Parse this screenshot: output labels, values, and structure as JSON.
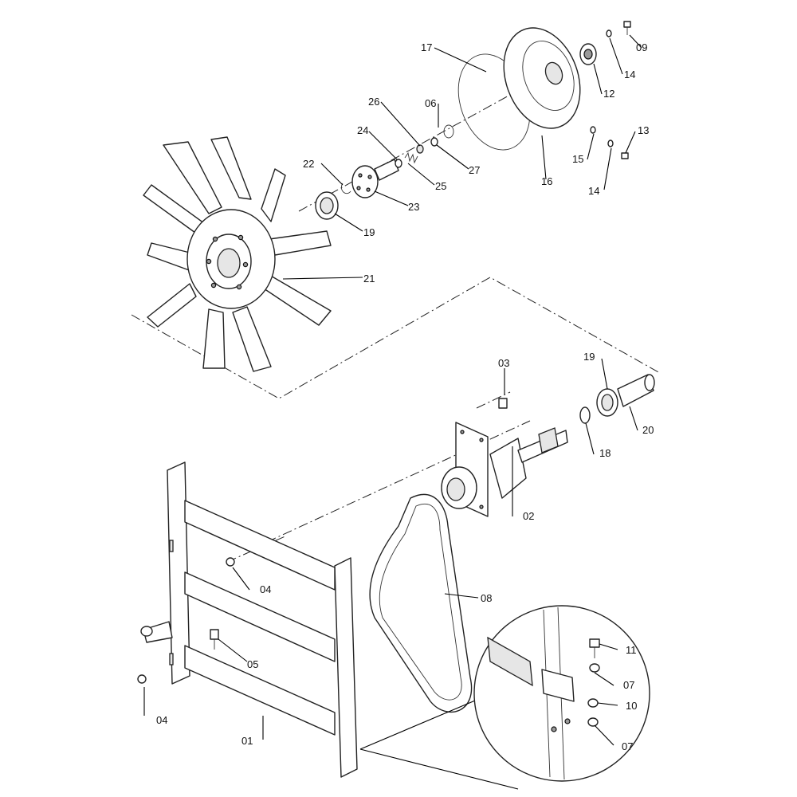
{
  "callouts": {
    "c01": "01",
    "c02": "02",
    "c03": "03",
    "c04a": "04",
    "c04b": "04",
    "c05": "05",
    "c06": "06",
    "c07a": "07",
    "c07b": "07",
    "c08": "08",
    "c09": "09",
    "c10": "10",
    "c11": "11",
    "c12": "12",
    "c13": "13",
    "c14a": "14",
    "c14b": "14",
    "c15": "15",
    "c16": "16",
    "c17": "17",
    "c18": "18",
    "c19a": "19",
    "c19b": "19",
    "c20": "20",
    "c21": "21",
    "c22": "22",
    "c23": "23",
    "c24": "24",
    "c25": "25",
    "c26": "26",
    "c27": "27"
  }
}
